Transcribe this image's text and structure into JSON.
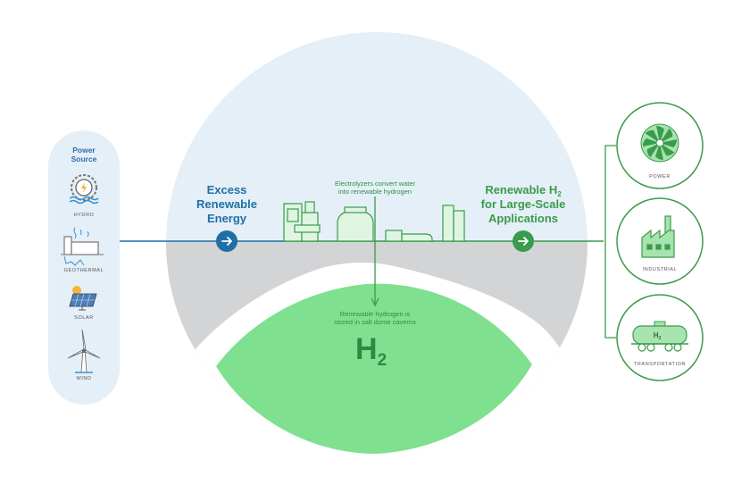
{
  "power_source": {
    "title_line1": "Power",
    "title_line2": "Source",
    "items": [
      {
        "label": "HYDRO",
        "icon": "hydro-icon"
      },
      {
        "label": "GEOTHERMAL",
        "icon": "geothermal-icon"
      },
      {
        "label": "SOLAR",
        "icon": "solar-panel-icon"
      },
      {
        "label": "WIND",
        "icon": "wind-turbine-icon"
      }
    ]
  },
  "excess": {
    "line1": "Excess",
    "line2": "Renewable",
    "line3": "Energy"
  },
  "electrolyzer": {
    "line1": "Electrolyzers convert water",
    "line2": "into renewable hydrogen"
  },
  "storage": {
    "line1": "Renewable hydrogen is",
    "line2": "stored in salt dome caverns",
    "symbol": "H",
    "subscript": "2"
  },
  "applications": {
    "line1_prefix": "Renewable H",
    "line1_sub": "2",
    "line2": "for Large-Scale",
    "line3": "Applications",
    "items": [
      {
        "label": "POWER",
        "icon": "turbine-fan-icon"
      },
      {
        "label": "INDUSTRIAL",
        "icon": "factory-icon"
      },
      {
        "label": "TRANSPORTATION",
        "icon": "tank-railcar-icon",
        "badge": "H",
        "badge_sub": "2"
      }
    ]
  },
  "colors": {
    "sky": "#e4eff7",
    "ground": "#d3d4d6",
    "cavern": "#7fe08f",
    "blue": "#1f6fa6",
    "green": "#3b9b4c",
    "source_panel": "#e4eff7"
  }
}
